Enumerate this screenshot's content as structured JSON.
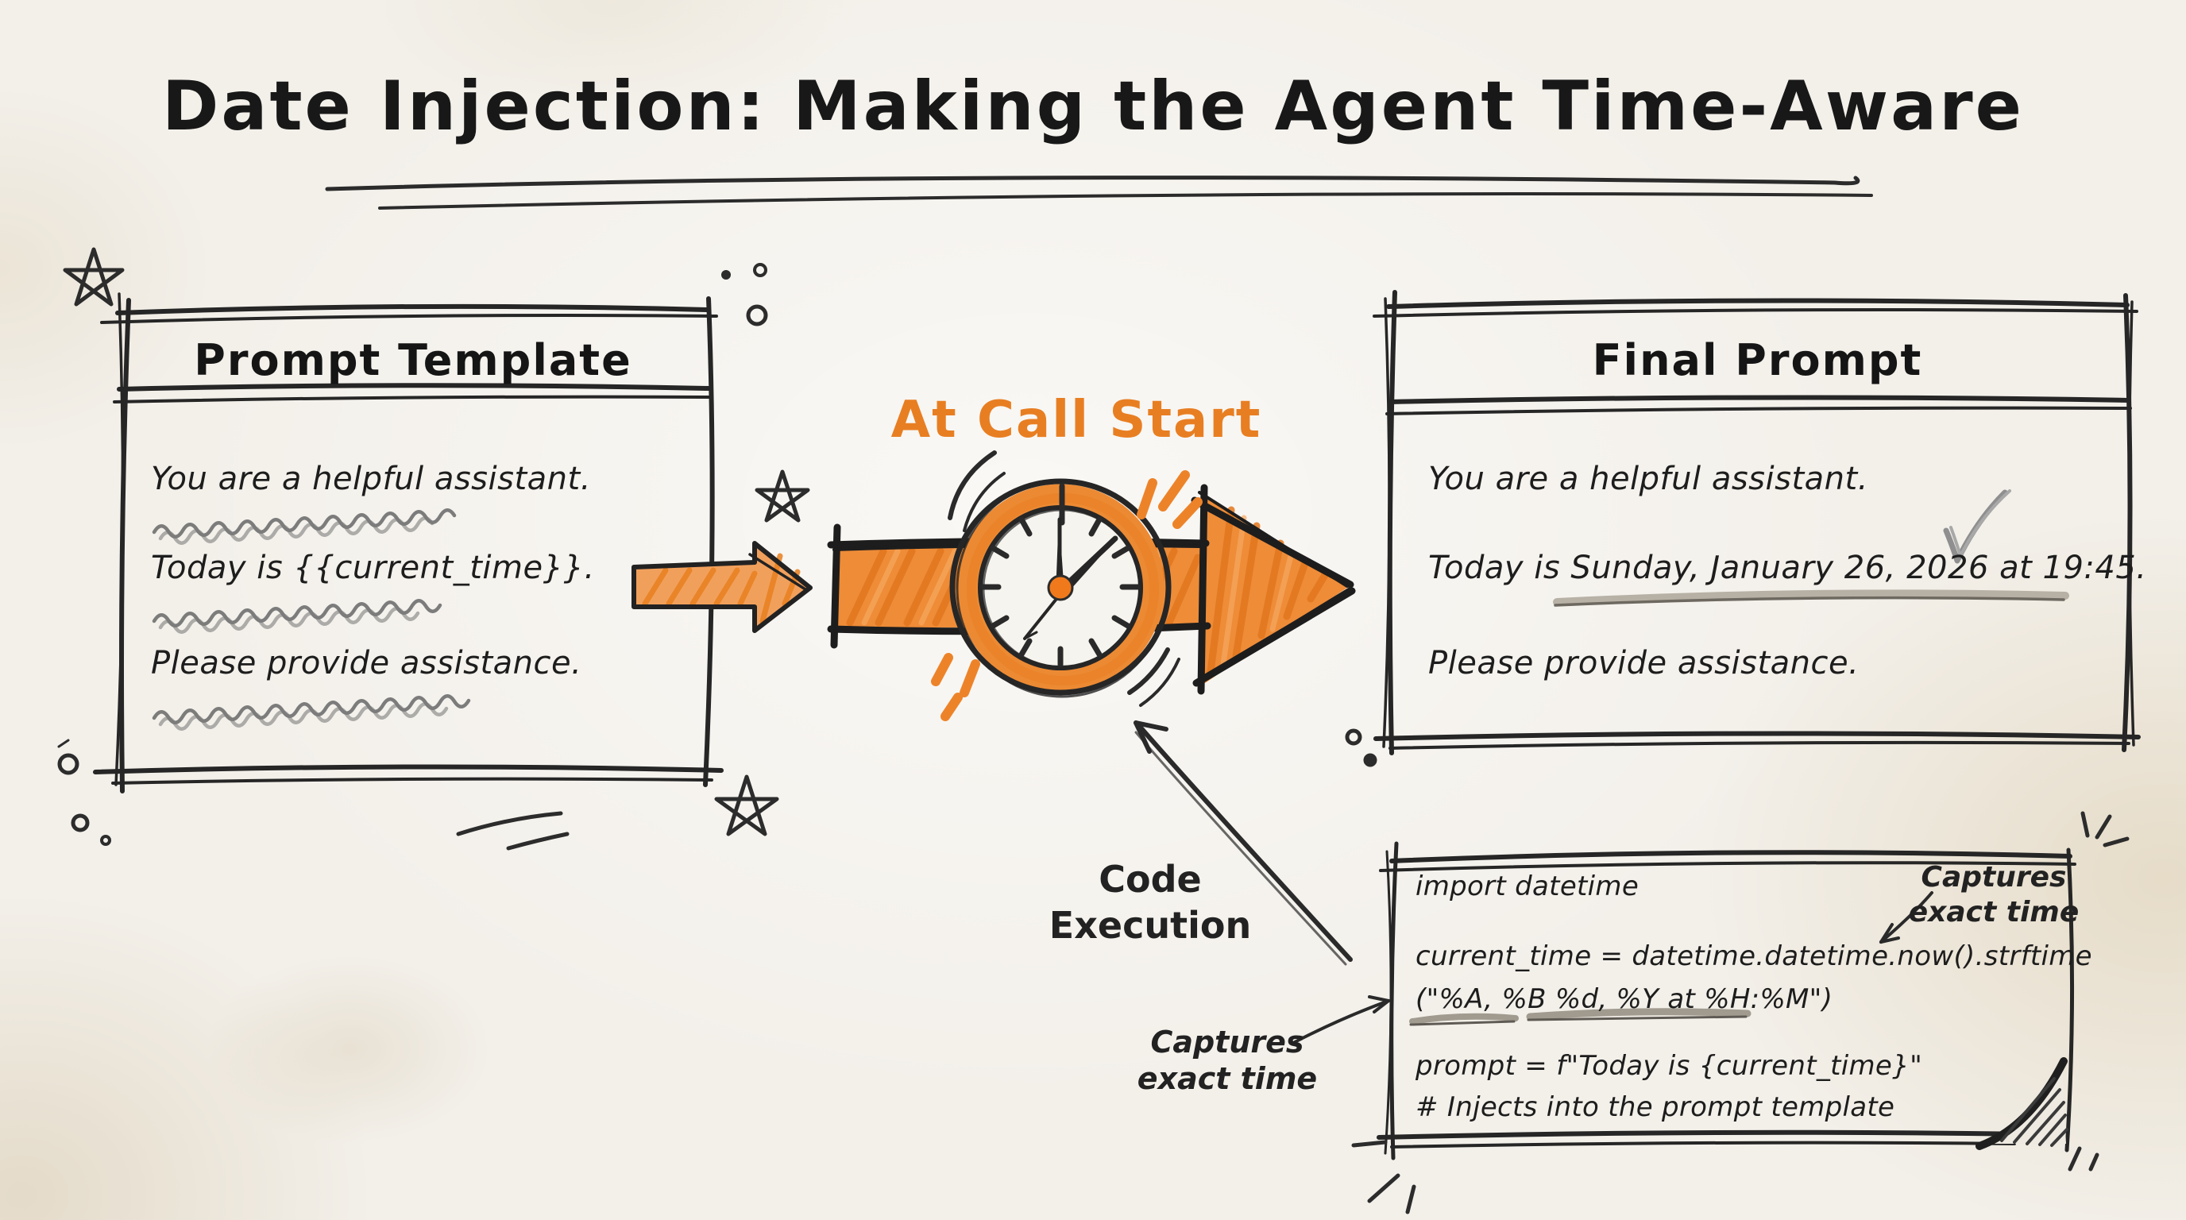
{
  "title": "Date Injection: Making the Agent Time-Aware",
  "colors": {
    "paper": "#f3f0ea",
    "ink": "#262626",
    "orange": "#e8801f",
    "orange_fill": "#ee8c38",
    "scribble_gray": "#707070",
    "underline_gray": "#a19b8f"
  },
  "prompt_template": {
    "title": "Prompt Template",
    "lines": [
      "You are a helpful assistant.",
      "Today is {{current_time}}.",
      "Please provide assistance."
    ]
  },
  "transition": {
    "label": "At Call Start"
  },
  "final_prompt": {
    "title": "Final Prompt",
    "lines": [
      "You are a helpful assistant.",
      "Today is Sunday, January 26, 2026 at 19:45.",
      "Please provide assistance."
    ]
  },
  "code_panel": {
    "lines": [
      "import datetime",
      "current_time = datetime.datetime.now().strftime",
      "(\"%A, %B %d, %Y at %H:%M\")",
      "prompt = f\"Today is {current_time}\"",
      "# Injects into the prompt template"
    ]
  },
  "annotations": {
    "code_execution": [
      "Code",
      "Execution"
    ],
    "captures_left": [
      "Captures",
      "exact time"
    ],
    "captures_right": [
      "Captures",
      "exact time"
    ]
  },
  "icons": {
    "clock": "hand-drawn analog clock with orange ring",
    "big_arrow": "orange scribbled right arrow",
    "small_arrow": "small orange right arrow",
    "check": "gray pencil checkmark",
    "stars": "doodle pentagram stars",
    "page_curl": "folded page corner"
  }
}
